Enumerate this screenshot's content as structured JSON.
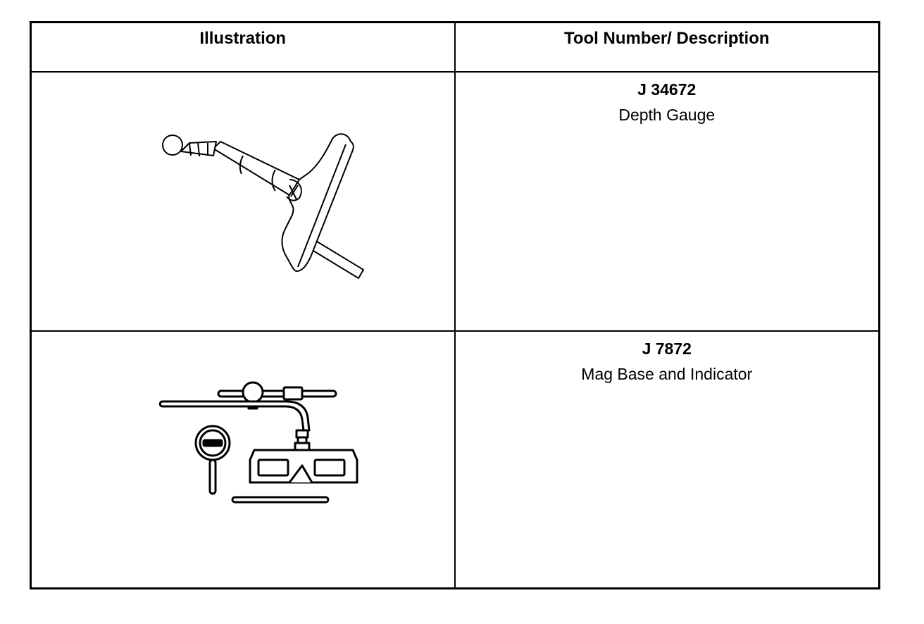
{
  "table": {
    "headers": {
      "illustration": "Illustration",
      "description": "Tool Number/ Description"
    },
    "rows": [
      {
        "tool_number": "J 34672",
        "description": "Depth Gauge",
        "illustration_icon": "depth-gauge-icon"
      },
      {
        "tool_number": "J 7872",
        "description": "Mag Base and Indicator",
        "illustration_icon": "mag-base-indicator-icon"
      }
    ]
  }
}
